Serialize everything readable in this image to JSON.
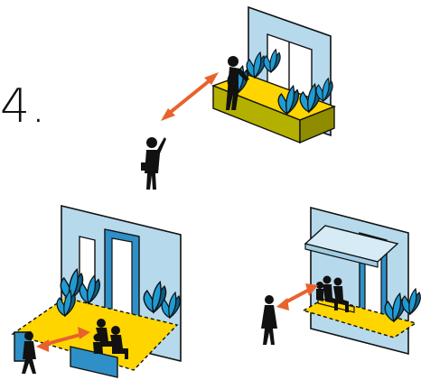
{
  "figure": {
    "step_label": "4.",
    "colors": {
      "wall": "#b6d9ec",
      "wall_edge": "#1a1a1a",
      "floor": "#ffd500",
      "floor_dark": "#b4b000",
      "plant_light": "#1f9bd3",
      "plant_dark": "#0c5f86",
      "arrow": "#e8622c",
      "figure": "#111111"
    },
    "icons": [
      "balcony-scene",
      "plaza-scene",
      "bench-canopy-scene",
      "double-arrow-icon",
      "person-icon",
      "plant-icon"
    ]
  }
}
